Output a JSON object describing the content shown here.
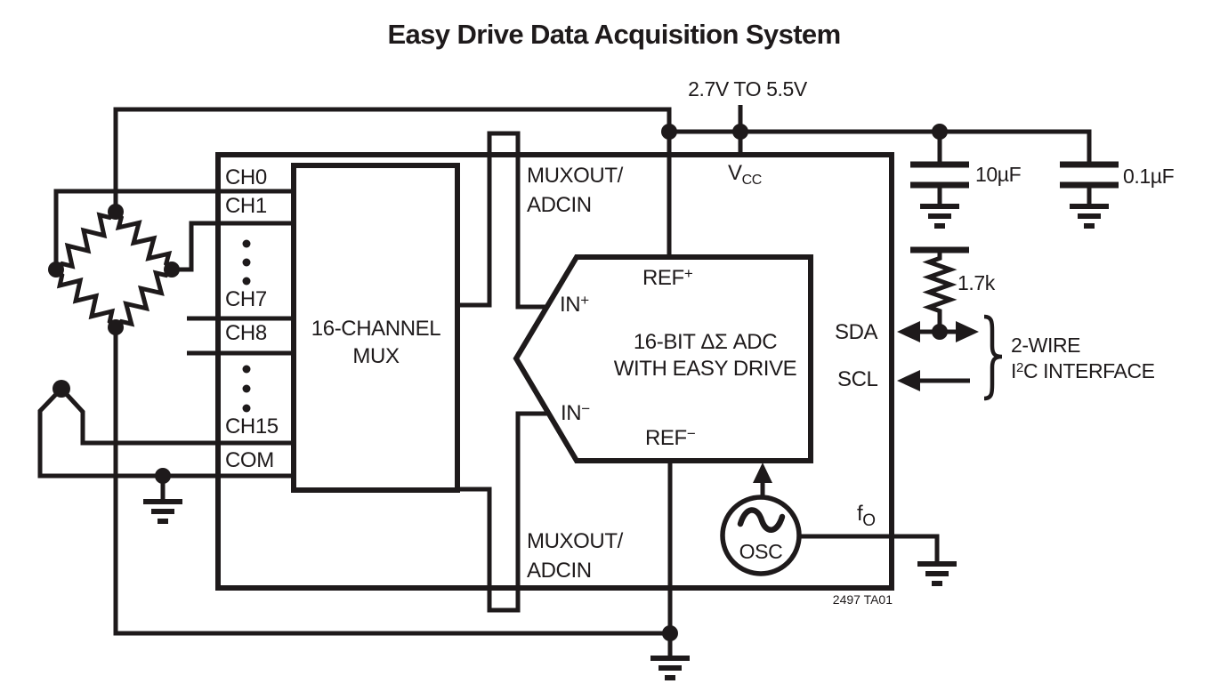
{
  "colors": {
    "ink": "#1e1a1b",
    "background": "#ffffff"
  },
  "title": "Easy Drive Data Acquisition System",
  "power": {
    "supply_range": "2.7V TO 5.5V",
    "vcc": {
      "base": "V",
      "sub": "CC"
    }
  },
  "chip": {
    "part_number": "2497 TA01",
    "channels": {
      "ch0": "CH0",
      "ch1": "CH1",
      "ch7": "CH7",
      "ch8": "CH8",
      "ch15": "CH15",
      "com": "COM"
    },
    "mux": {
      "line1": "16-CHANNEL",
      "line2": "MUX"
    },
    "muxout_top": {
      "line1": "MUXOUT/",
      "line2": "ADCIN"
    },
    "muxout_bottom": {
      "line1": "MUXOUT/",
      "line2": "ADCIN"
    },
    "adc": {
      "line1": "16-BIT ΔΣ ADC",
      "line2": "WITH EASY DRIVE",
      "pins": {
        "ref_plus": {
          "base": "REF",
          "sup": "+"
        },
        "ref_minus": {
          "base": "REF",
          "sup": "−"
        },
        "in_plus": {
          "base": "IN",
          "sup": "+"
        },
        "in_minus": {
          "base": "IN",
          "sup": "−"
        }
      }
    },
    "pins": {
      "sda": "SDA",
      "scl": "SCL"
    },
    "osc": {
      "label": "OSC",
      "f0": {
        "base": "f",
        "sub": "O"
      }
    }
  },
  "components": {
    "pullup_resistor": "1.7k",
    "bulk_capacitor": "10µF",
    "bypass_capacitor": "0.1µF"
  },
  "interface": {
    "line1": "2-WIRE",
    "line2_pre": "I",
    "line2_sup": "2",
    "line2_post": "C INTERFACE"
  }
}
